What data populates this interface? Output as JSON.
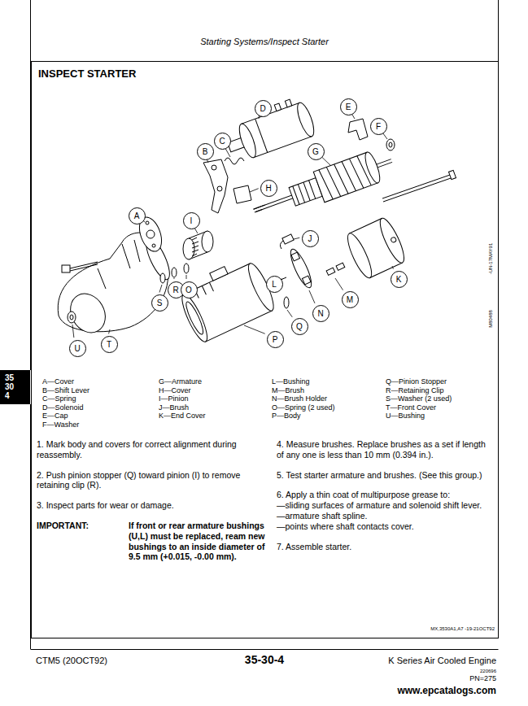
{
  "diagram": {
    "nodes": [
      {
        "text": [
          "INSPECT STARTER"
        ]
      },
      {
        "text": [
          "D"
        ],
        "in": 0
      },
      {
        "text": [
          "E"
        ],
        "in": 0
      },
      {
        "text": [
          "F"
        ],
        "in": 0
      },
      {
        "text": [
          "C"
        ],
        "in": 0
      },
      {
        "text": [
          "B"
        ],
        "in": 0
      },
      {
        "text": [
          "G"
        ],
        "in": 0
      },
      {
        "text": [
          "H"
        ],
        "in": 0
      },
      {
        "text": [
          "A"
        ],
        "in": 0
      },
      {
        "text": [
          "I"
        ],
        "in": 0
      },
      {
        "text": [
          "J"
        ],
        "in": 0
      },
      {
        "text": [
          "K"
        ],
        "in": 0
      },
      {
        "text": [
          "L"
        ],
        "in": 0
      },
      {
        "text": [
          "R"
        ],
        "in": 0
      },
      {
        "text": [
          "O"
        ],
        "in": 0
      },
      {
        "text": [
          "M"
        ],
        "in": 0
      },
      {
        "text": [
          "S"
        ],
        "in": 0
      },
      {
        "text": [
          "N"
        ],
        "in": 0
      },
      {
        "text": [
          "Q"
        ],
        "in": 0
      },
      {
        "text": [
          "P"
        ],
        "in": 0
      },
      {
        "text": [
          "T"
        ],
        "in": 0
      },
      {
        "text": [
          "U"
        ],
        "in": 0
      },
      {
        "text": [
          "35 30 4"
        ]
      }
    ],
    "labels": [
      "Starting Systems/Inspect Starter",
      "-UN-17MAY91",
      "M80488",
      "A—Cover",
      "B—Shift Lever",
      "C—Spring",
      "D—Solenoid",
      "E—Cap",
      "F—Washer",
      "G—Armature",
      "H—Cover",
      "I—Pinion",
      "J—Brush",
      "K—End Cover",
      "L—Bushing",
      "M—Brush",
      "N—Brush Holder",
      "O—Spring (2 used)",
      "P—Body",
      "Q—Pinion Stopper",
      "R—Retaining Clip",
      "S—Washer (2 used)",
      "T—Front Cover",
      "U—Bushing",
      "1. Mark body and covers for correct alignment during reassembly.",
      "2. Push pinion stopper (Q) toward pinion (I) to remove retaining clip (R).",
      "3. Inspect parts for wear or damage.",
      "IMPORTANT:",
      "If front or rear armature bushings (U,L) must be replaced, ream new bushings to an inside diameter of 9.5 mm (+0.015, -0.00 mm).",
      "4. Measure brushes. Replace brushes as a set if length of any one is less than 10 mm (0.394 in.).",
      "5. Test starter armature and brushes. (See this group.)",
      "6. Apply a thin coat of multipurpose grease to:",
      "—sliding surfaces of armature and solenoid shift lever.",
      "—armature shaft spline.",
      "—points where shaft contacts cover.",
      "7. Assemble starter.",
      "MX,3530A1,A7 -19-21OCT92",
      "CTM5 (20OCT92)",
      "35-30-4",
      "K Series Air Cooled Engine",
      "220696",
      "PN=275",
      "www.epcatalogs.com"
    ]
  }
}
